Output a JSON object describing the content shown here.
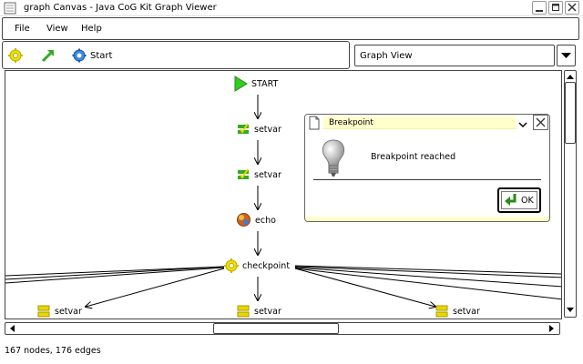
{
  "window": {
    "title": "graph Canvas - Java CoG Kit Graph Viewer",
    "buttons": {
      "minimize": "_",
      "maximize": "□",
      "close": "✕"
    }
  },
  "menu": {
    "file": "File",
    "view": "View",
    "help": "Help"
  },
  "toolbar": {
    "start_label": "Start"
  },
  "view_select": {
    "selected": "Graph View"
  },
  "graph": {
    "nodes": [
      {
        "label": "START",
        "icon": "play-icon"
      },
      {
        "label": "setvar",
        "icon": "setvar-icon"
      },
      {
        "label": "setvar",
        "icon": "setvar-icon"
      },
      {
        "label": "echo",
        "icon": "echo-icon"
      },
      {
        "label": "checkpoint",
        "icon": "checkpoint-icon"
      },
      {
        "label": "setvar",
        "icon": "setvar-icon"
      },
      {
        "label": "setvar",
        "icon": "setvar-icon"
      },
      {
        "label": "setvar",
        "icon": "setvar-icon"
      }
    ]
  },
  "dialog": {
    "title": "Breakpoint",
    "message": "Breakpoint reached",
    "ok_label": "OK"
  },
  "status": {
    "text": "167 nodes, 176 edges"
  },
  "colors": {
    "accent_yellow": "#ffffcc",
    "node_green": "#33aa22",
    "checkpoint_yellow": "#e8d800",
    "start_blue": "#2a7ad8"
  }
}
